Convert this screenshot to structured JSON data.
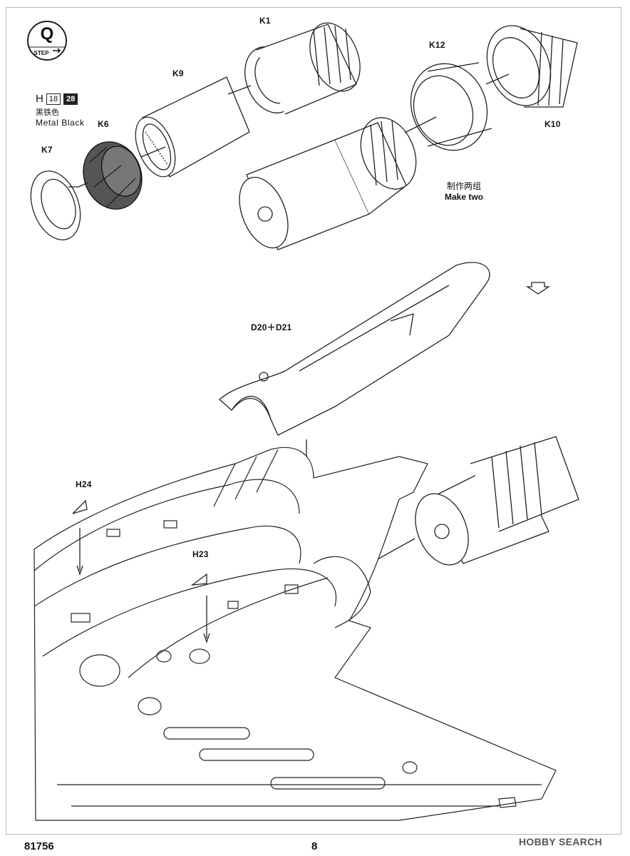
{
  "step": {
    "number": "Q",
    "label": "STEP"
  },
  "paint": {
    "letter": "H",
    "code1": "18",
    "code2": "28",
    "name_cn": "黑铁色",
    "name_en": "Metal  Black"
  },
  "parts": {
    "k1": "K1",
    "k6": "K6",
    "k7": "K7",
    "k9": "K9",
    "k10": "K10",
    "k12": "K12",
    "d20_d21": "D20＋D21",
    "h23": "H23",
    "h24": "H24"
  },
  "note": {
    "cn": "制作两组",
    "en": "Make two"
  },
  "footer": {
    "model_number": "81756",
    "page_number": "8",
    "watermark": "HOBBY SEARCH"
  }
}
